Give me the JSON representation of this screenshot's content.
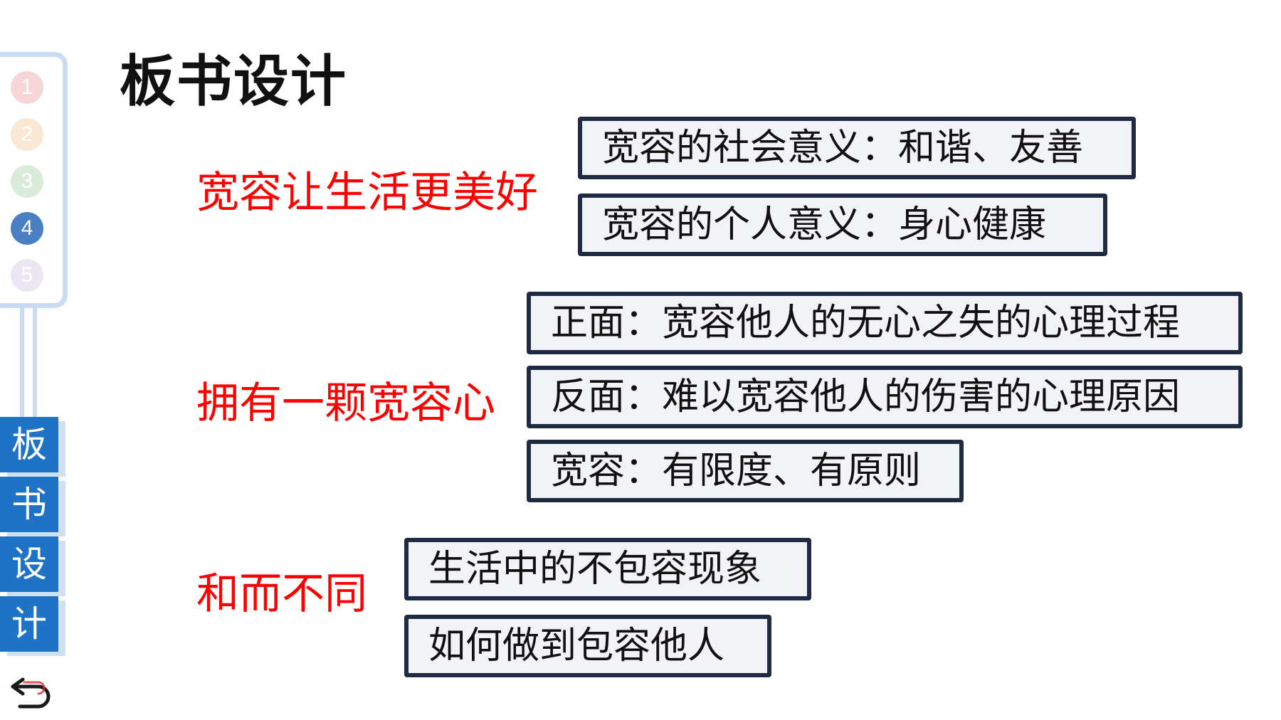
{
  "title": "板书设计",
  "nav": {
    "steps": [
      {
        "label": "1",
        "color": "#f6d6d6"
      },
      {
        "label": "2",
        "color": "#fbe8d4"
      },
      {
        "label": "3",
        "color": "#d9ecd9"
      },
      {
        "label": "4",
        "color": "#4a7fc4"
      },
      {
        "label": "5",
        "color": "#ece6f4"
      }
    ],
    "tab_chars": [
      "板",
      "书",
      "设",
      "计"
    ],
    "tab_color": "#1f73c6"
  },
  "sections": [
    {
      "topic": "宽容让生活更美好",
      "points": [
        "宽容的社会意义：和谐、友善",
        "宽容的个人意义：身心健康"
      ]
    },
    {
      "topic": "拥有一颗宽容心",
      "points": [
        "正面：宽容他人的无心之失的心理过程",
        "反面：难以宽容他人的伤害的心理原因",
        "宽容：有限度、有原则"
      ]
    },
    {
      "topic": "和而不同",
      "points": [
        "生活中的不包容现象",
        "如何做到包容他人"
      ]
    }
  ],
  "colors": {
    "topic": "#ff0000",
    "box_border": "#1f2a44",
    "box_fill": "#f1f3f7"
  }
}
